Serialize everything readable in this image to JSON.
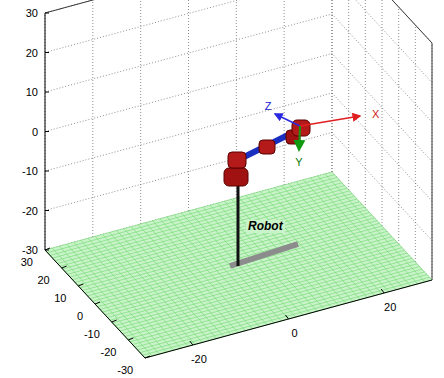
{
  "diagram": {
    "labels": [
      "30",
      "20",
      "10",
      "0",
      "-10",
      "-20",
      "-30",
      "30",
      "20",
      "10",
      "0",
      "-10",
      "-20",
      "-30",
      "-20",
      "0",
      "20",
      "Robot",
      "Z",
      "X",
      "Y"
    ]
  }
}
